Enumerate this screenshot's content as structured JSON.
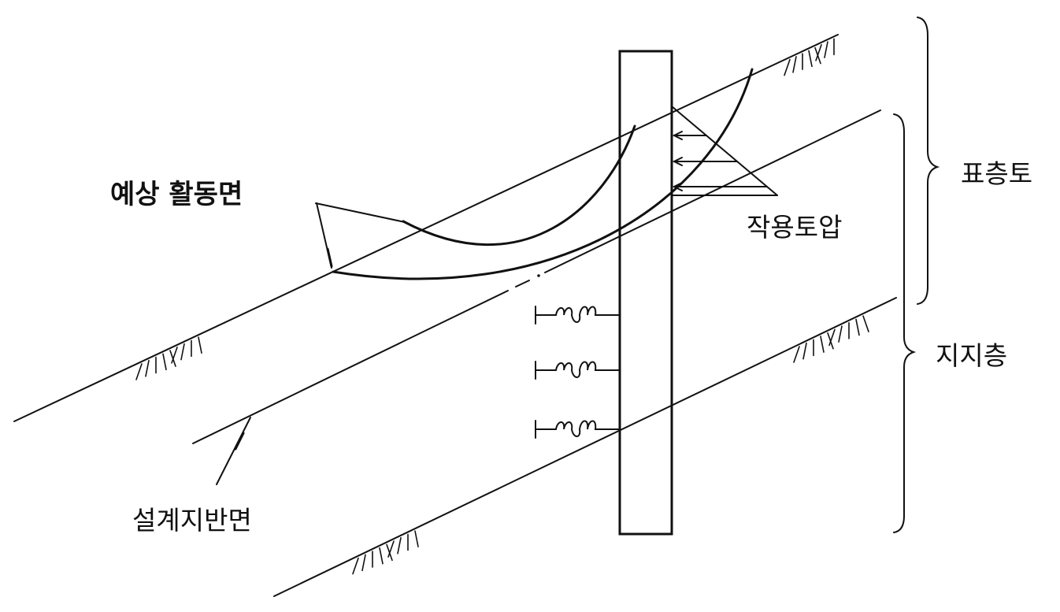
{
  "labels": {
    "predicted_slip_surface": "예상 활동면",
    "acting_earth_pressure": "작용토압",
    "surface_soil": "표층토",
    "bearing_layer": "지지층",
    "design_ground_surface": "설계지반면"
  },
  "colors": {
    "stroke": "#111111",
    "background": "#ffffff"
  }
}
